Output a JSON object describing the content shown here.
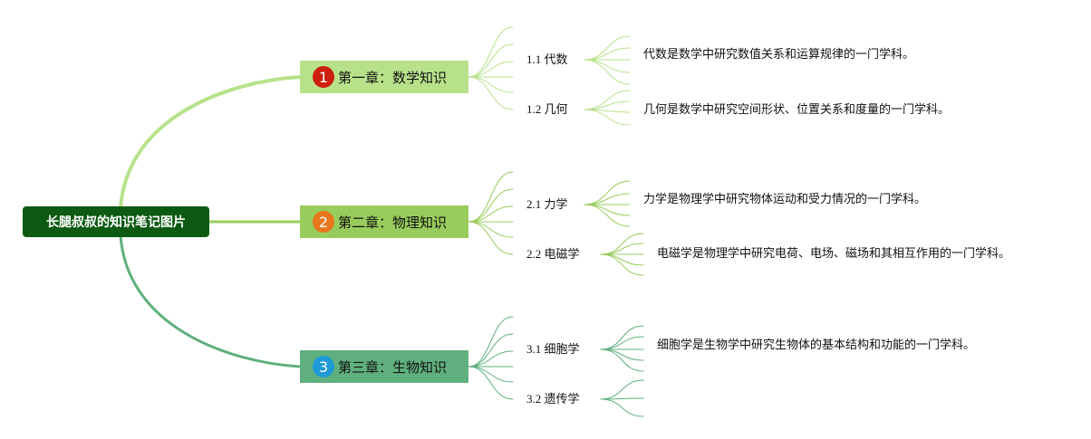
{
  "root": {
    "label": "长腿叔叔的知识笔记图片"
  },
  "colors": {
    "root_bg": "#0d5a12",
    "chapter1_bg": "#b7e28a",
    "chapter2_bg": "#98cc5c",
    "chapter3_bg": "#5fb07e",
    "badge1": "#cc1f0c",
    "badge2": "#e8761a",
    "badge3": "#1e9bd7",
    "branch1_line": "#b7e28a",
    "branch2_line": "#98cc5c",
    "branch3_line": "#5fb07e"
  },
  "chapters": [
    {
      "number": "1",
      "label": "第一章：数学知识",
      "sections": [
        {
          "label": "1.1 代数",
          "desc": "代数是数学中研究数值关系和运算规律的一门学科。"
        },
        {
          "label": "1.2 几何",
          "desc": "几何是数学中研究空间形状、位置关系和度量的一门学科。"
        }
      ]
    },
    {
      "number": "2",
      "label": "第二章：物理知识",
      "sections": [
        {
          "label": "2.1 力学",
          "desc": "力学是物理学中研究物体运动和受力情况的一门学科。"
        },
        {
          "label": "2.2 电磁学",
          "desc": "电磁学是物理学中研究电荷、电场、磁场和其相互作用的一门学科。"
        }
      ]
    },
    {
      "number": "3",
      "label": "第三章：生物知识",
      "sections": [
        {
          "label": "3.1 细胞学",
          "desc": "细胞学是生物学中研究生物体的基本结构和功能的一门学科。"
        },
        {
          "label": "3.2 遗传学",
          "desc": ""
        }
      ]
    }
  ]
}
